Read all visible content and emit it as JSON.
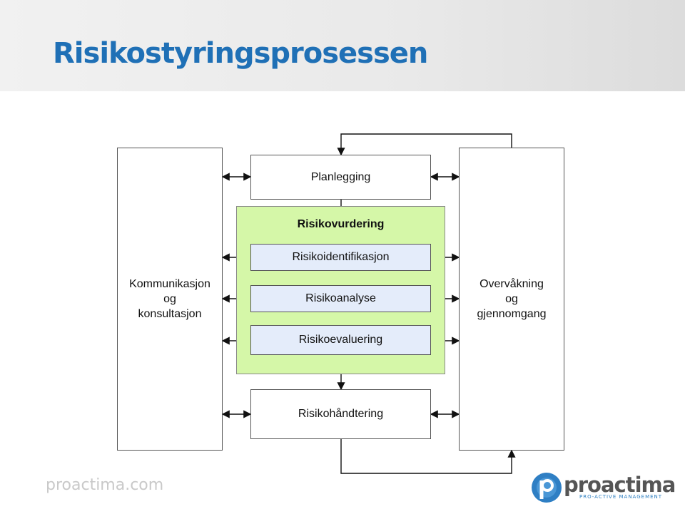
{
  "header": {
    "title": "Risikostyringsprosessen"
  },
  "diagram": {
    "left_box": "Kommunikasjon\nog\nkonsultasjon",
    "right_box": "Overvåkning\nog\ngjennomgang",
    "planning": "Planlegging",
    "assessment_title": "Risikovurdering",
    "identification": "Risikoidentifikasjon",
    "analysis": "Risikoanalyse",
    "evaluation": "Risikoevaluering",
    "treatment": "Risikohåndtering"
  },
  "footer": {
    "url": "proactima.com",
    "logo_name": "proactima",
    "logo_tagline": "PRO-ACTIVE MANAGEMENT"
  },
  "colors": {
    "title": "#1f70b6",
    "assessment_bg": "#d5f7a8",
    "step_bg": "#e4ecfa"
  }
}
